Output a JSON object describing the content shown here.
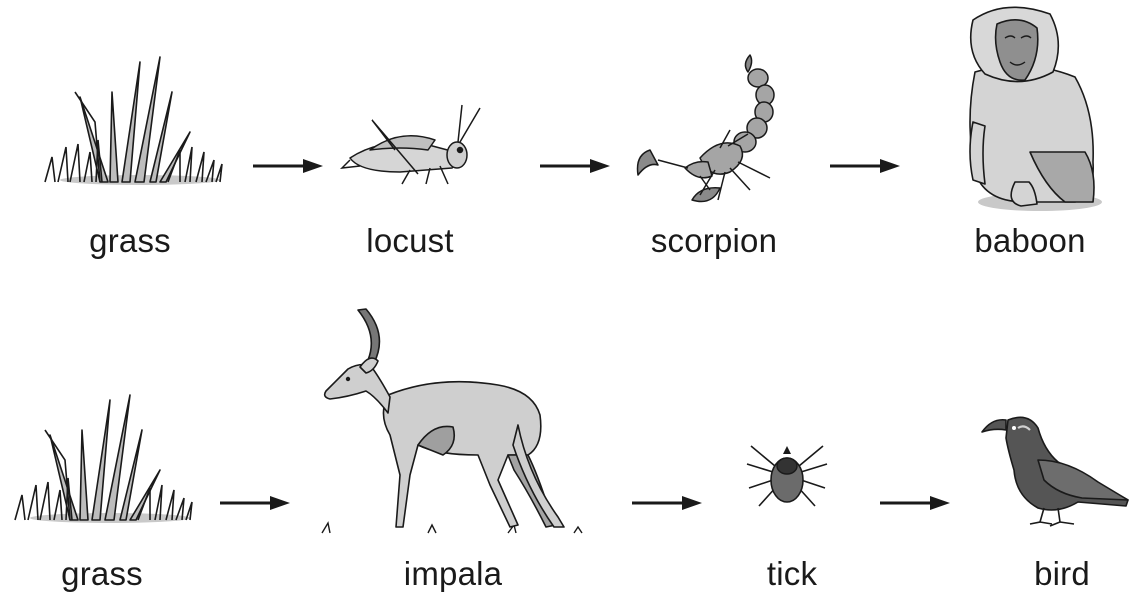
{
  "chains": [
    {
      "organisms": [
        {
          "name": "grass",
          "icon": "grass-icon"
        },
        {
          "name": "locust",
          "icon": "locust-icon"
        },
        {
          "name": "scorpion",
          "icon": "scorpion-icon"
        },
        {
          "name": "baboon",
          "icon": "baboon-icon"
        }
      ]
    },
    {
      "organisms": [
        {
          "name": "grass",
          "icon": "grass-icon"
        },
        {
          "name": "impala",
          "icon": "impala-icon"
        },
        {
          "name": "tick",
          "icon": "tick-icon"
        },
        {
          "name": "bird",
          "icon": "bird-icon"
        }
      ]
    }
  ],
  "colors": {
    "ink": "#1a1a1a",
    "fill_light": "#d2d2d2",
    "fill_mid": "#a8a8a8",
    "fill_dark": "#555555"
  }
}
